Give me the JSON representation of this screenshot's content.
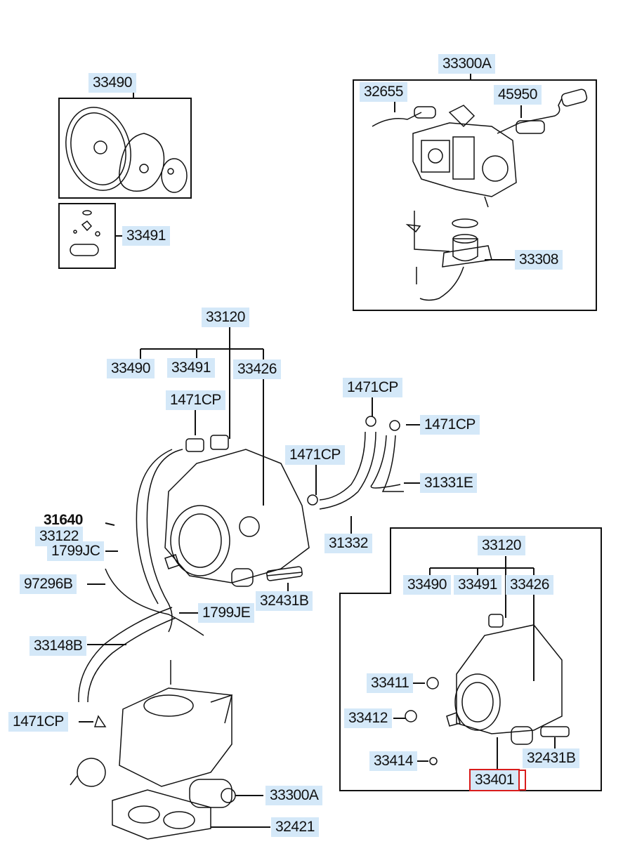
{
  "callouts": {
    "c33490_top": "33490",
    "c33491_top": "33491",
    "c33300a_top": "33300A",
    "c32655": "32655",
    "c45950": "45950",
    "c33308": "33308",
    "c33120_main": "33120",
    "c33490_main": "33490",
    "c33491_main": "33491",
    "c33426_main": "33426",
    "c1471cp_a": "1471CP",
    "c1471cp_b": "1471CP",
    "c1471cp_c": "1471CP",
    "c1471cp_d": "1471CP",
    "c1471cp_e": "1471CP",
    "c31331e": "31331E",
    "c31332": "31332",
    "c31640": "31640",
    "c33122": "33122",
    "c1799jc": "1799JC",
    "c97296b": "97296B",
    "c32431b_main": "32431B",
    "c1799je": "1799JE",
    "c33148b": "33148B",
    "c33300a_bottom": "33300A",
    "c32421": "32421",
    "c33120_inset": "33120",
    "c33490_inset": "33490",
    "c33491_inset": "33491",
    "c33426_inset": "33426",
    "c33411": "33411",
    "c33412": "33412",
    "c33414": "33414",
    "c32431b_inset": "32431B",
    "c33401": "33401"
  },
  "selected_part": "33401",
  "colors": {
    "label_bg": "#d4e8f8",
    "selection": "#d91c1c",
    "line": "#111111"
  }
}
